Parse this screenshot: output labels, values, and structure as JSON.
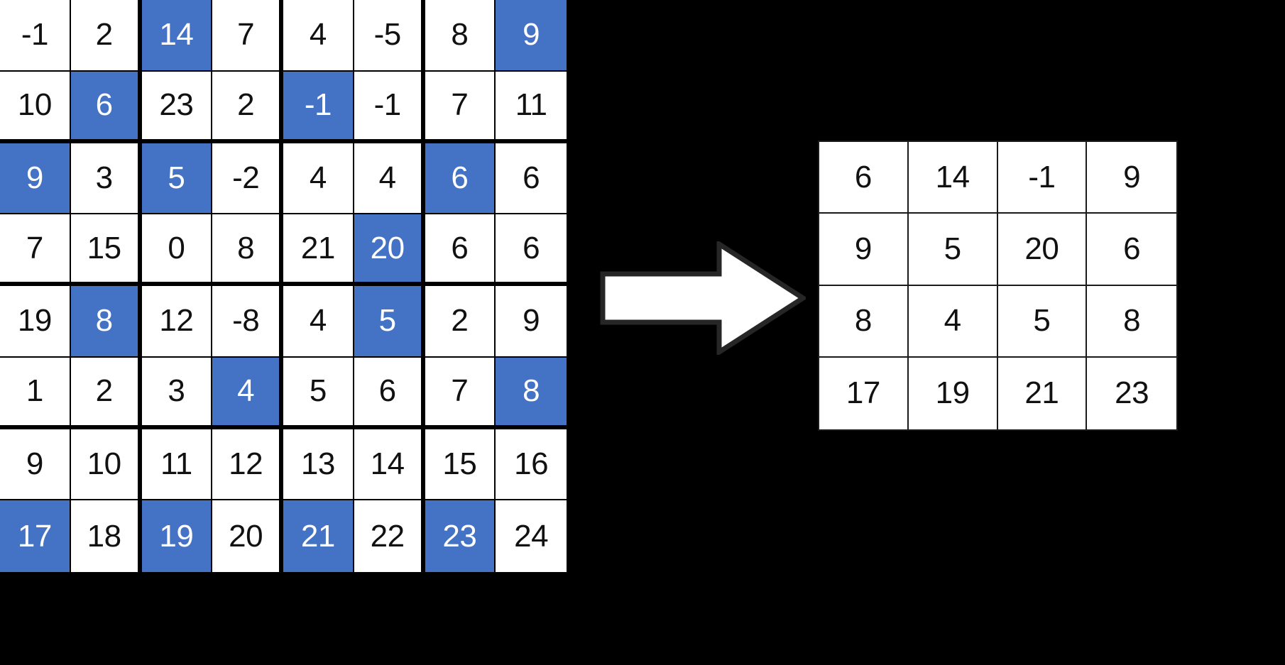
{
  "background_color": "#000000",
  "highlight_color": "#4472c4",
  "cell_background": "#ffffff",
  "text_color": "#111111",
  "highlight_text_color": "#ffffff",
  "grid_line_color": "#000000",
  "arrow": {
    "name": "right-arrow",
    "fill": "#ffffff",
    "stroke": "#262626",
    "direction": "right"
  },
  "chart_data": {
    "type": "table",
    "title": "",
    "input_grid": {
      "label": "input-feature-map",
      "rows": 8,
      "cols": 8,
      "window": 2,
      "values": [
        [
          "-1",
          "2",
          "14",
          "7",
          "4",
          "-5",
          "8",
          "9"
        ],
        [
          "10",
          "6",
          "23",
          "2",
          "-1",
          "-1",
          "7",
          "11"
        ],
        [
          "9",
          "3",
          "5",
          "-2",
          "4",
          "4",
          "6",
          "6"
        ],
        [
          "7",
          "15",
          "0",
          "8",
          "21",
          "20",
          "6",
          "6"
        ],
        [
          "19",
          "8",
          "12",
          "-8",
          "4",
          "5",
          "2",
          "9"
        ],
        [
          "1",
          "2",
          "3",
          "4",
          "5",
          "6",
          "7",
          "8"
        ],
        [
          "9",
          "10",
          "11",
          "12",
          "13",
          "14",
          "15",
          "16"
        ],
        [
          "17",
          "18",
          "19",
          "20",
          "21",
          "22",
          "23",
          "24"
        ]
      ],
      "highlighted": [
        [
          false,
          false,
          true,
          false,
          false,
          false,
          false,
          true
        ],
        [
          false,
          true,
          false,
          false,
          true,
          false,
          false,
          false
        ],
        [
          true,
          false,
          true,
          false,
          false,
          false,
          true,
          false
        ],
        [
          false,
          false,
          false,
          false,
          false,
          true,
          false,
          false
        ],
        [
          false,
          true,
          false,
          false,
          false,
          true,
          false,
          false
        ],
        [
          false,
          false,
          false,
          true,
          false,
          false,
          false,
          true
        ],
        [
          false,
          false,
          false,
          false,
          false,
          false,
          false,
          false
        ],
        [
          true,
          false,
          true,
          false,
          true,
          false,
          true,
          false
        ]
      ]
    },
    "output_grid": {
      "label": "output-feature-map",
      "rows": 4,
      "cols": 4,
      "values": [
        [
          "6",
          "14",
          "-1",
          "9"
        ],
        [
          "9",
          "5",
          "20",
          "6"
        ],
        [
          "8",
          "4",
          "5",
          "8"
        ],
        [
          "17",
          "19",
          "21",
          "23"
        ]
      ]
    }
  }
}
